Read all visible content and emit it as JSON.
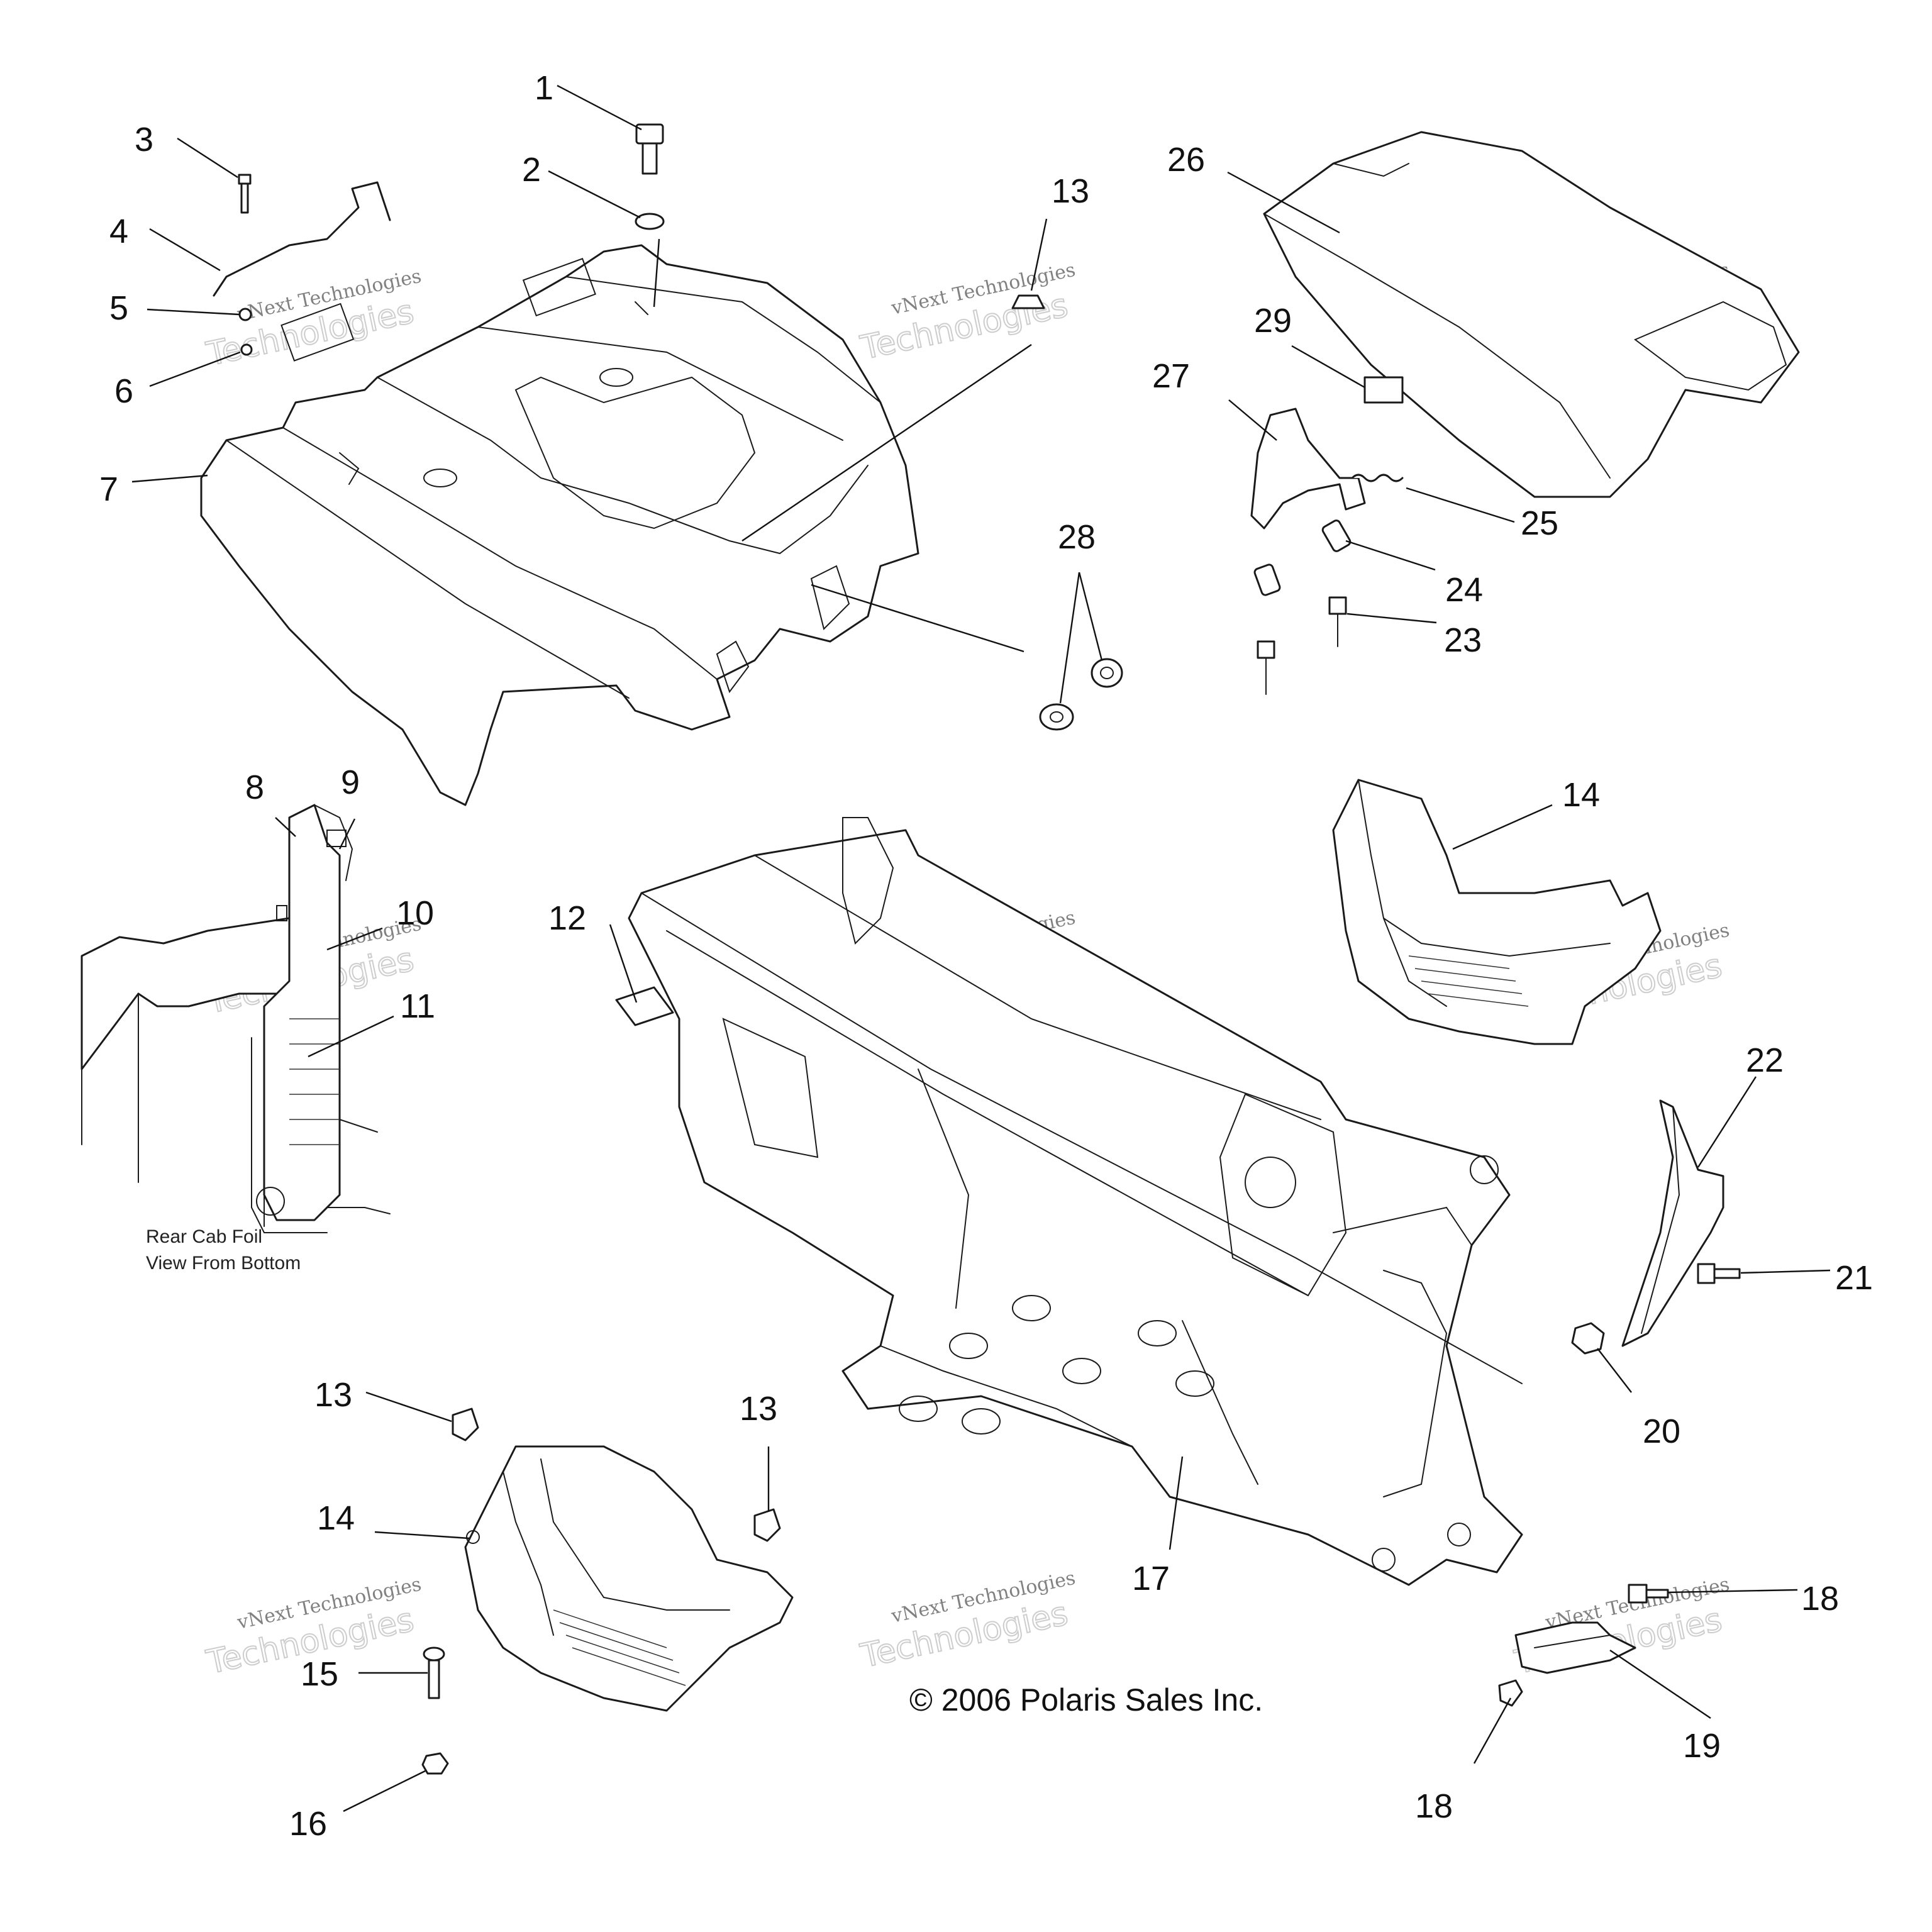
{
  "callouts": [
    {
      "id": "p1",
      "label": "1"
    },
    {
      "id": "p2",
      "label": "2"
    },
    {
      "id": "p3",
      "label": "3"
    },
    {
      "id": "p4",
      "label": "4"
    },
    {
      "id": "p5",
      "label": "5"
    },
    {
      "id": "p6",
      "label": "6"
    },
    {
      "id": "p7",
      "label": "7"
    },
    {
      "id": "p8",
      "label": "8"
    },
    {
      "id": "p9",
      "label": "9"
    },
    {
      "id": "p10",
      "label": "10"
    },
    {
      "id": "p11",
      "label": "11"
    },
    {
      "id": "p12",
      "label": "12"
    },
    {
      "id": "p13a",
      "label": "13"
    },
    {
      "id": "p13b",
      "label": "13"
    },
    {
      "id": "p13c",
      "label": "13"
    },
    {
      "id": "p14a",
      "label": "14"
    },
    {
      "id": "p14b",
      "label": "14"
    },
    {
      "id": "p15",
      "label": "15"
    },
    {
      "id": "p16",
      "label": "16"
    },
    {
      "id": "p17",
      "label": "17"
    },
    {
      "id": "p18a",
      "label": "18"
    },
    {
      "id": "p18b",
      "label": "18"
    },
    {
      "id": "p19",
      "label": "19"
    },
    {
      "id": "p20",
      "label": "20"
    },
    {
      "id": "p21",
      "label": "21"
    },
    {
      "id": "p22",
      "label": "22"
    },
    {
      "id": "p23",
      "label": "23"
    },
    {
      "id": "p24",
      "label": "24"
    },
    {
      "id": "p25",
      "label": "25"
    },
    {
      "id": "p26",
      "label": "26"
    },
    {
      "id": "p27",
      "label": "27"
    },
    {
      "id": "p28",
      "label": "28"
    },
    {
      "id": "p29",
      "label": "29"
    }
  ],
  "inset_caption": {
    "line1": "Rear Cab Foil",
    "line2": "View From Bottom"
  },
  "copyright": "© 2006 Polaris Sales Inc.",
  "watermark": {
    "line1": "vNext Technologies",
    "line2": "Technologies"
  }
}
